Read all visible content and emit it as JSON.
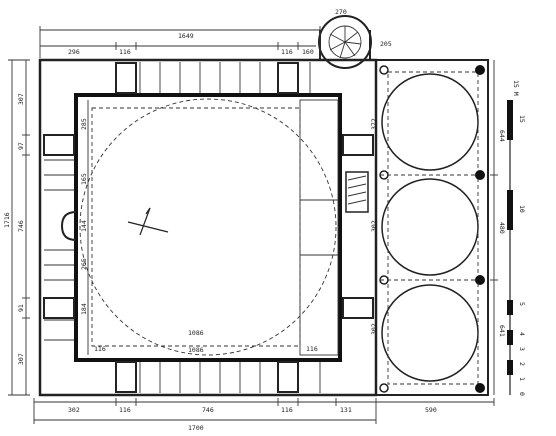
{
  "colors": {
    "ink": "#222222",
    "paper": "#ffffff"
  },
  "dimensions": {
    "top_outer": "1649",
    "top_seg_left": "296",
    "top_seg_b": "116",
    "top_seg_c": "116",
    "top_seg_d": "160",
    "stair_label": "270",
    "stair_side": "205",
    "inner_span": "1086",
    "inner_span_bottom": "1086",
    "bottom_total": "1700",
    "bottom_seg_a": "302",
    "bottom_seg_b": "116",
    "bottom_seg_c": "746",
    "bottom_seg_d": "116",
    "bottom_seg_e": "131",
    "bottom_seg_f": "590",
    "bottom_inner_a": "116",
    "bottom_inner_b": "116",
    "left_total": "1716",
    "left_top": "307",
    "left_mid_a": "97",
    "left_mid_b": "746",
    "left_mid_c": "91",
    "left_bot": "307",
    "inner_left_a": "285",
    "inner_left_b": "165",
    "inner_left_c": "144",
    "inner_left_d": "265",
    "inner_left_e": "184",
    "right_top": "644",
    "right_mid": "480",
    "right_bot": "641",
    "right_circ": "372",
    "right_circ_b": "302",
    "right_circ_c": "302",
    "scale_label": "15 M",
    "scale_ticks": [
      "0",
      "1",
      "2",
      "3",
      "4",
      "5",
      "10",
      "15"
    ]
  }
}
